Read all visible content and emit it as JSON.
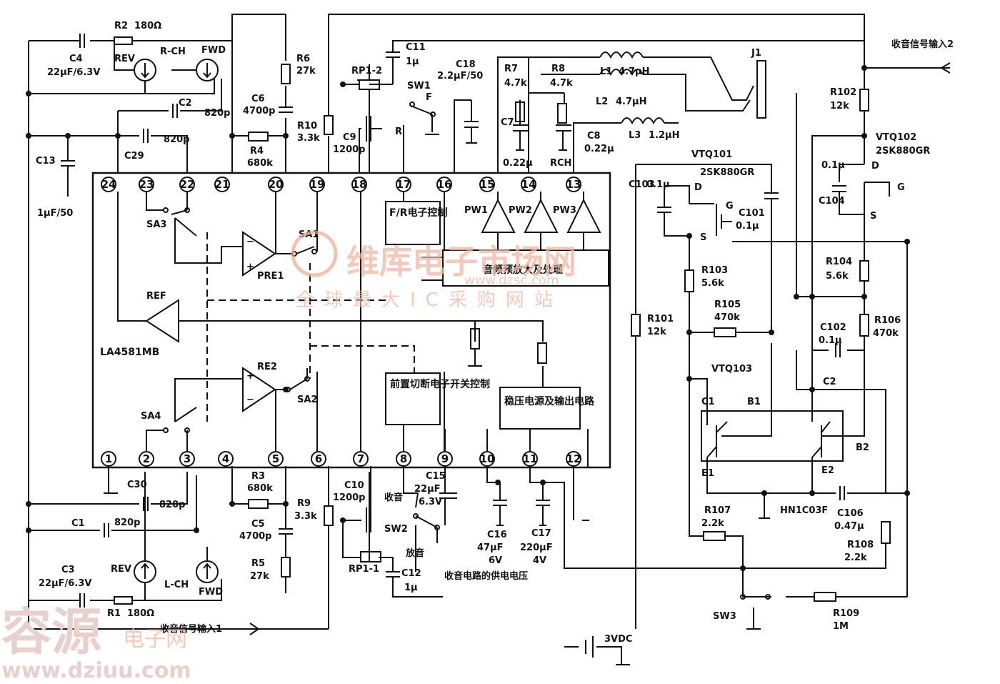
{
  "title": "",
  "ic": {
    "name": "LA4581MB",
    "pins_top": [
      "24",
      "23",
      "22",
      "21",
      "20",
      "19",
      "18",
      "17",
      "16",
      "15",
      "14",
      "13"
    ],
    "pins_bottom": [
      "1",
      "2",
      "3",
      "4",
      "5",
      "6",
      "7",
      "8",
      "9",
      "10",
      "11",
      "12"
    ],
    "blocks": {
      "fr_ctrl": "F/R电子控制",
      "preamp": "音频预放大及处理",
      "presw_ctrl": "前置切断电子开关控制",
      "regulator": "稳压电源及输出电路"
    },
    "amps": {
      "pre1": "PRE1",
      "pre2": "RE2",
      "ref": "REF",
      "pw1": "PW1",
      "pw2": "PW2",
      "pw3": "PW3"
    },
    "switches": {
      "sa1": "SA1",
      "sa2": "SA2",
      "sa3": "SA3",
      "sa4": "SA4"
    }
  },
  "components": {
    "c4": "C4",
    "c4_val": "22μF/6.3V",
    "r2": "R2",
    "r2_val": "180Ω",
    "rev_top": "REV",
    "rch": "R-CH",
    "fwd_top": "FWD",
    "c2": "C2",
    "c2_val": "820p",
    "c29": "C29",
    "c29_val": "820p",
    "c13": "C13",
    "c13_val": "1μF/50",
    "r6": "R6",
    "r6_val": "27k",
    "c6": "C6",
    "c6_val": "4700p",
    "r4": "R4",
    "r4_val": "680k",
    "r10": "R10",
    "r10_val": "3.3k",
    "rp12": "RP1-2",
    "c9": "C9",
    "c9_val": "1200p",
    "c11": "C11",
    "c11_val": "1μ",
    "sw1": "SW1",
    "sw1_f": "F",
    "sw1_r": "R",
    "c18": "C18",
    "c18_val": "2.2μF/50",
    "r7": "R7",
    "r7_val": "4.7k",
    "r8": "R8",
    "r8_val": "4.7k",
    "c7": "C7",
    "c7_val": "0.22μ",
    "rch2": "RCH",
    "c8": "C8",
    "c8_val": "0.22μ",
    "l1": "L1",
    "l1_val": "4.7μH",
    "l2": "L2",
    "l2_val": "4.7μH",
    "l3": "L3",
    "l3_val": "1.2μH",
    "j1": "J1",
    "c30": "C30",
    "c30_val": "820p",
    "c1": "C1",
    "c1_val": "820p",
    "c3": "C3",
    "c3_val": "22μF/6.3V",
    "r1": "R1",
    "r1_val": "180Ω",
    "rev_bot": "REV",
    "lch": "L-CH",
    "fwd_bot": "FWD",
    "r3": "R3",
    "r3_val": "680k",
    "c5": "C5",
    "c5_val": "4700p",
    "r5": "R5",
    "r5_val": "27k",
    "r9": "R9",
    "r9_val": "3.3k",
    "c10": "C10",
    "c10_val": "1200p",
    "rp11": "RP1-1",
    "c12": "C12",
    "c12_val": "1μ",
    "sw2": "SW2",
    "sw2_rec": "收音",
    "sw2_play": "放音",
    "c15": "C15",
    "c15_val1": "22μF",
    "c15_val2": "6.3V",
    "c16": "C16",
    "c16_val1": "47μF",
    "c16_val2": "6V",
    "c17": "C17",
    "c17_val1": "220μF",
    "c17_val2": "4V",
    "radio_power": "收音电路的供电电压",
    "radio_in1": "收音信号输入1",
    "radio_in2": "收音信号输入2",
    "r102": "R102",
    "r102_val": "12k",
    "vtq102": "VTQ102",
    "vtq102_type": "2SK880GR",
    "vtq101": "VTQ101",
    "vtq101_type": "2SK880GR",
    "c103": "C103",
    "c103_val": "0.1μ",
    "c104": "C104",
    "c104_val": "0.1μ",
    "c101": "C101",
    "c101_val": "0.1μ",
    "r103": "R103",
    "r103_val": "5.6k",
    "r104": "R104",
    "r104_val": "5.6k",
    "r105": "R105",
    "r105_val": "470k",
    "r106": "R106",
    "r106_val": "470k",
    "r101": "R101",
    "r101_val": "12k",
    "c102": "C102",
    "c102_val": "0.1μ",
    "vtq103": "VTQ103",
    "hn": "HN1C03F",
    "c106": "C106",
    "c106_val": "0.47μ",
    "r107": "R107",
    "r107_val": "2.2k",
    "r108": "R108",
    "r108_val": "2.2k",
    "r109": "R109",
    "r109_val": "1M",
    "sw3": "SW3",
    "vdc": "3VDC",
    "d": "D",
    "s": "S",
    "g": "G",
    "c1p": "C1",
    "b1": "B1",
    "c2p": "C2",
    "b2": "B2",
    "e1": "E1",
    "e2": "E2"
  },
  "watermarks": {
    "logo": "维库电子市场网",
    "url": "www.dzsc.com",
    "slogan": "全球最大IC采购网站",
    "brand": "容源",
    "brand_sub": "电子网",
    "brand_url": "www.dziuu.com"
  }
}
